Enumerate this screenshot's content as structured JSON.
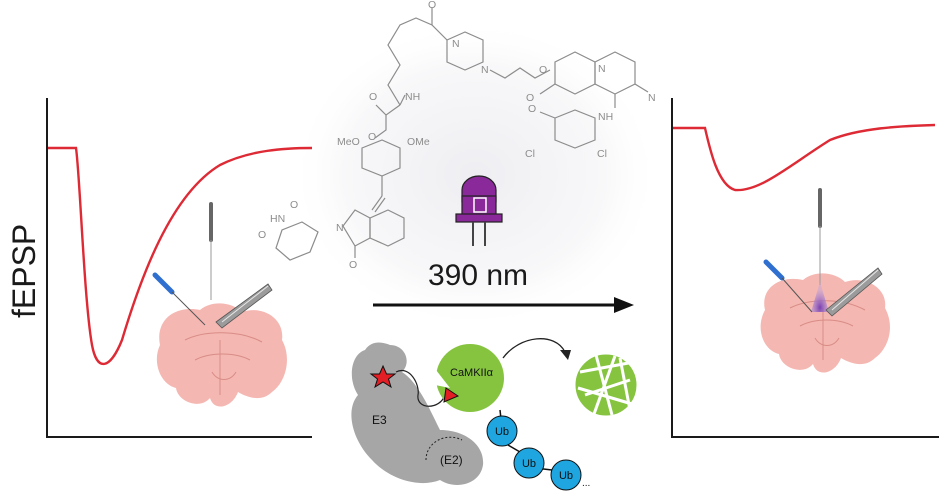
{
  "y_axis_label": "fEPSP",
  "wavelength_label": "390 nm",
  "molecule_atoms": {
    "oxygen": "O",
    "nitrogen": "N",
    "amine_nh": "NH",
    "imide_hn": "HN",
    "methoxy_left": "MeO",
    "methoxy_right": "OMe",
    "chlorine": "Cl"
  },
  "mechanism": {
    "e3_label": "E3",
    "e2_label": "(E2)",
    "target_label": "CaMKIIα",
    "ubiquitin_label": "Ub",
    "ubiquitin_count": 3,
    "ellipsis": "..."
  },
  "colors": {
    "trace": "#dd2a35",
    "e3": "#a6a6a6",
    "target": "#86c440",
    "ubiquitin": "#1fa6e0",
    "led": "#8a2a9a",
    "brain": "#f2aaa4",
    "star": "#e31e24"
  }
}
